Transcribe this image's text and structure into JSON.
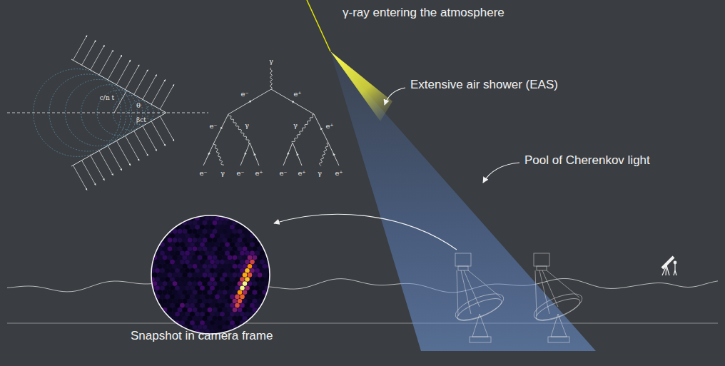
{
  "diagram": {
    "labels": [
      "γ-ray entering the atmosphere",
      "Extensive air shower (EAS)",
      "Pool of Cherenkov light",
      "Snapshot in camera frame",
      "c/n t",
      "θ",
      "βct",
      "γ",
      "e⁻",
      "e⁺",
      "e⁻",
      "γ",
      "γ",
      "e⁺",
      "e⁻",
      "γ",
      "e⁻",
      "e⁺",
      "e⁻",
      "e⁺",
      "γ",
      "e⁺"
    ]
  }
}
